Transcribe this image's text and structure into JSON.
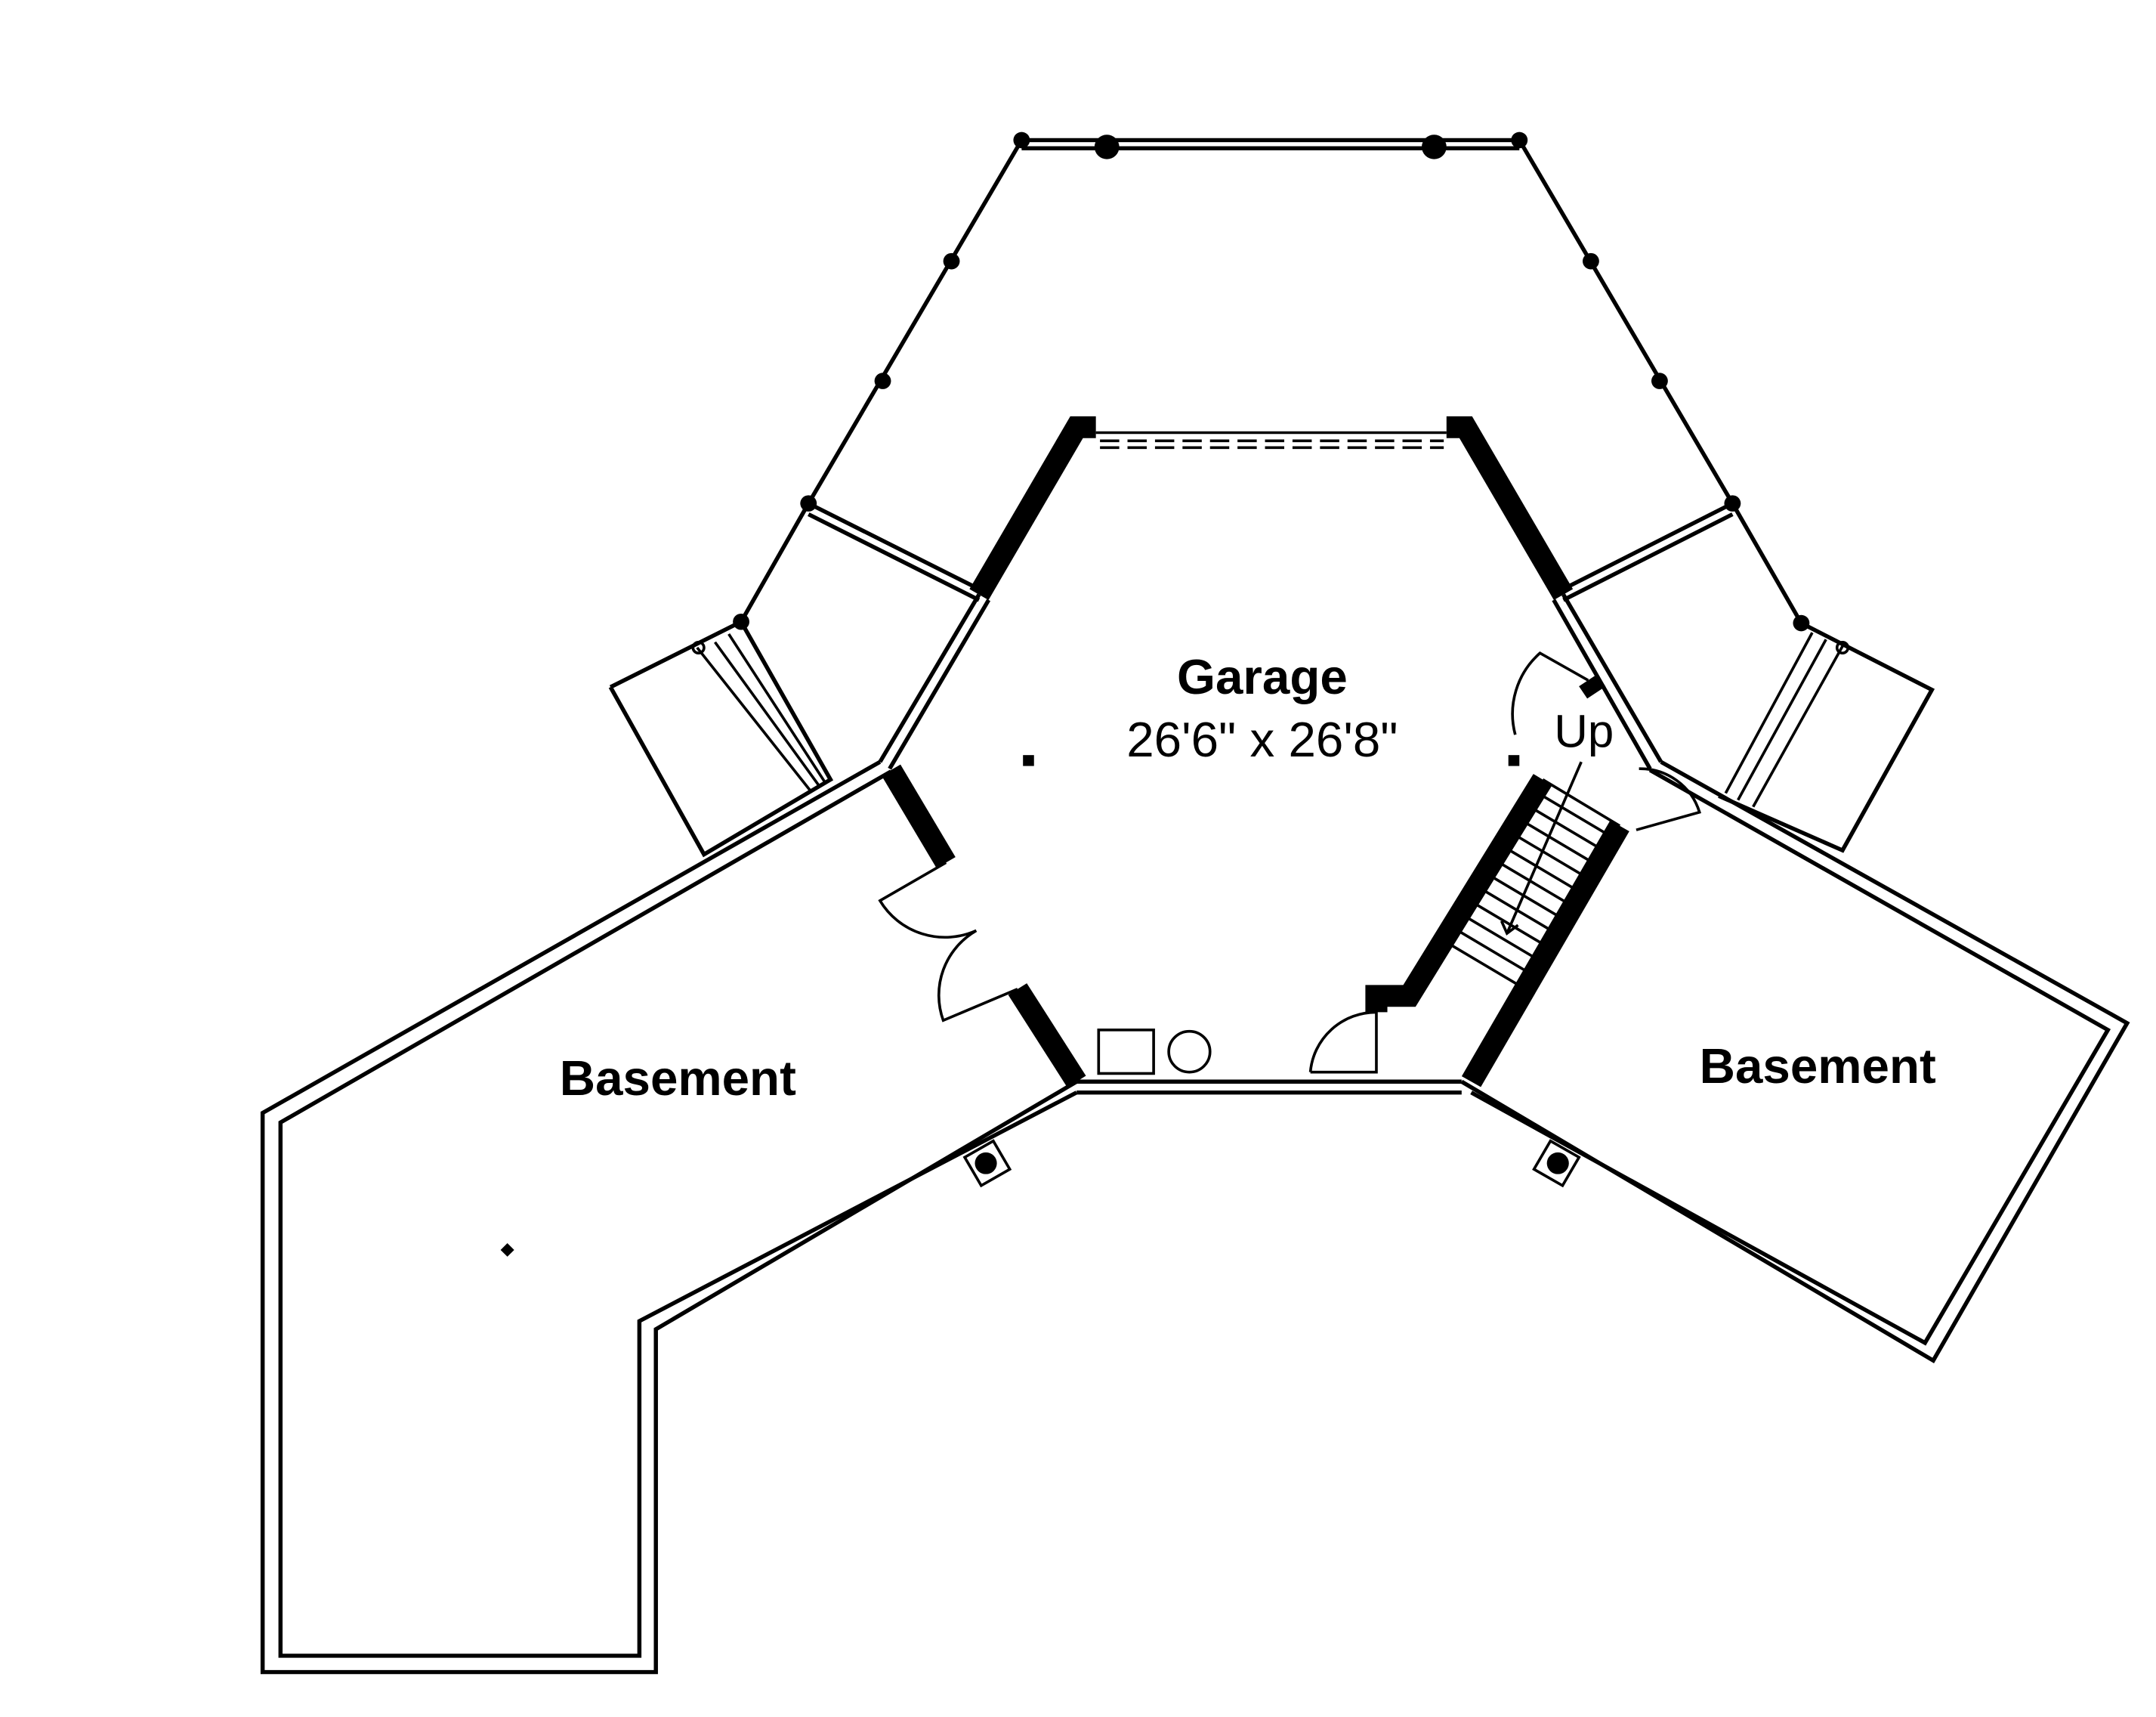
{
  "plan": {
    "rooms": [
      {
        "id": "garage",
        "name": "Garage",
        "dimensions": "26'6\" x 26'8\""
      },
      {
        "id": "basement-left",
        "name": "Basement"
      },
      {
        "id": "basement-right",
        "name": "Basement"
      }
    ],
    "stair_label": "Up"
  }
}
